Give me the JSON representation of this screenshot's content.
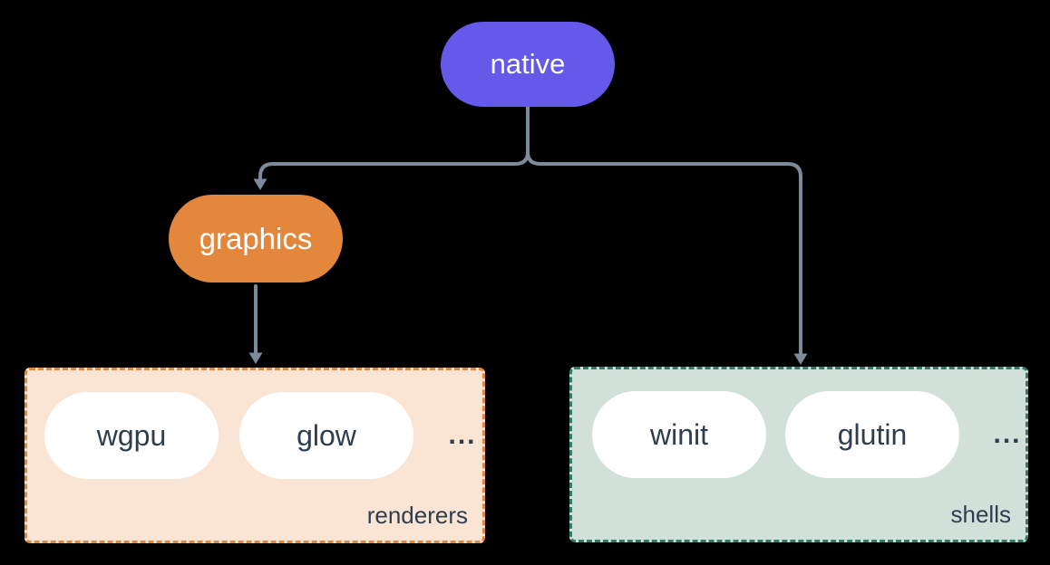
{
  "diagram": {
    "nodes": {
      "native": "native",
      "graphics": "graphics"
    },
    "groups": {
      "renderers": {
        "label": "renderers",
        "items": [
          "wgpu",
          "glow"
        ],
        "ellipsis": "..."
      },
      "shells": {
        "label": "shells",
        "items": [
          "winit",
          "glutin"
        ],
        "ellipsis": "..."
      }
    }
  },
  "colors": {
    "background": "#000000",
    "connector": "#7C8B99",
    "native_fill": "#6459E8",
    "orange_fill": "#E2873C",
    "node_text": "#FFFFFF",
    "ink": "#2F3E4E",
    "renderers_fill": "#FAE5D5",
    "renderers_border": "#E2873C",
    "shells_fill": "#D2E0DA",
    "shells_border": "#2E7D6B"
  }
}
